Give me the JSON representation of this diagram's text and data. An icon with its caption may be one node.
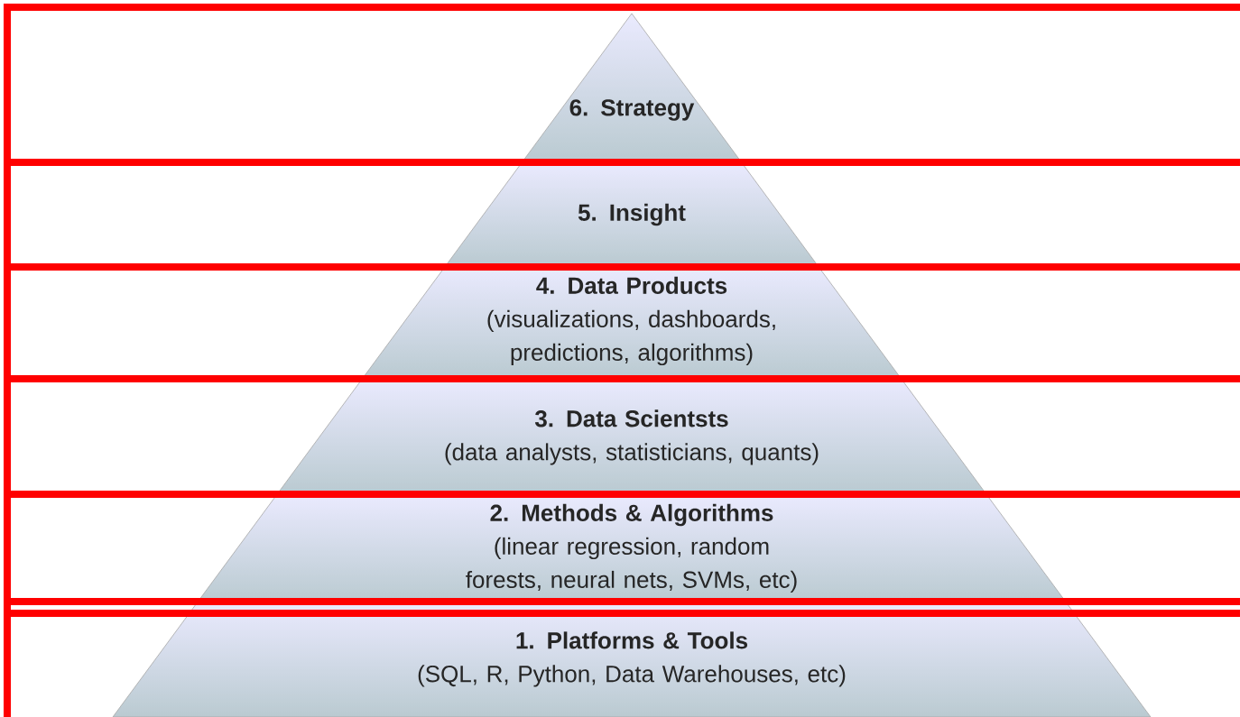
{
  "diagram": {
    "nodes": [
      {
        "text": [
          "6. Strategy"
        ]
      },
      {
        "text": [
          "5. Insight"
        ]
      },
      {
        "text": [
          "4. Data Products",
          "(visualizations, dashboards, predictions, algorithms)"
        ]
      },
      {
        "text": [
          "3. Data Scientsts",
          "(data analysts, statisticians, quants)"
        ]
      },
      {
        "text": [
          "2. Methods & Algorithms",
          "(linear regression, random forests, neural nets, SVMs, etc)"
        ]
      },
      {
        "text": [
          "1. Platforms & Tools",
          "(SQL, R, Python, Data Warehouses, etc)"
        ]
      }
    ]
  }
}
